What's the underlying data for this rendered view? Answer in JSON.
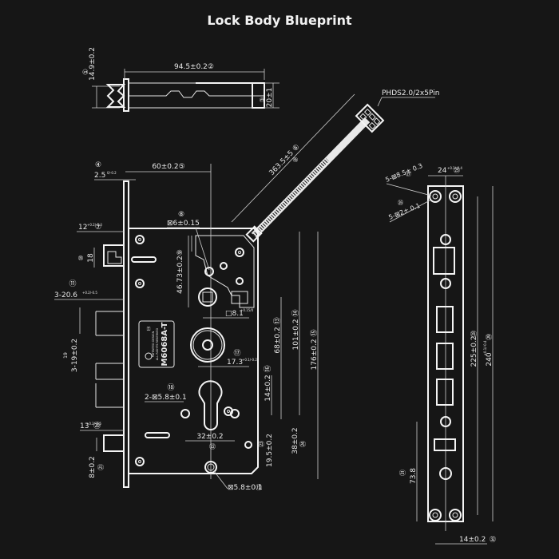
{
  "title": "Lock Body Blueprint",
  "top_view": {
    "dims": {
      "height": "14.9±0.2",
      "height_ref": "①",
      "length": "94.5±0.2②",
      "width": "20±1",
      "width_ref": "③"
    }
  },
  "cable": {
    "length": "363.5±5 ⑥",
    "ref": "⑨",
    "connector": "PHDS2.0/2x5Pin"
  },
  "body_view": {
    "dims": {
      "faceplate_thickness_ref": "④",
      "faceplate_thickness": "2.5",
      "faceplate_thickness_tol": "0/-0.2",
      "backset": "60±0.2⑤",
      "square_ref": "⑧",
      "square": "⊠6±0.15",
      "latch_offset": "12",
      "latch_offset_tol": "+0.2/-0.3",
      "latch_offset_ref": "⑦",
      "latch_height_ref": "⑩",
      "latch_height": "18",
      "center_height": "46.73±0.2⑨",
      "bolt_ref": "⑪",
      "bolt_throw": "3-20.6",
      "bolt_throw_tol": "+0.2/-0.5",
      "bolt_spacing_top": "19",
      "bolt_spacing": "3-19±0.2",
      "spindle": "□8.1",
      "spindle_tol": "+0.15/0",
      "follower_ref": "⑰",
      "follower": "17.3",
      "follower_tol": "+0.1/-0.2",
      "dist_68": "68±0.2 ⑬",
      "dist_101": "101±0.2 ⑭",
      "dist_176": "176±0.2 ⑮",
      "dist_14": "14±0.2 ⑯",
      "hole_ref": "⑱",
      "holes": "2-⊠5.8±0.1",
      "cylinder_spacing": "32±0.2",
      "cylinder_ref": "㉒",
      "dist_19_5": "19.5±0.2",
      "dist_19_5_ref": "㉓",
      "dist_38": "38±0.2",
      "dist_38_ref": "㉔",
      "deadlatch": "13",
      "deadlatch_tol": "+0.2/-0.5",
      "deadlatch_ref": "⑳",
      "deadlatch_h": "8±0.2",
      "deadlatch_h_ref": "㉑",
      "bottom_hole": "⊠5.8±0.1",
      "bottom_hole_ref": "⑲"
    },
    "label": {
      "model": "M6068A-T",
      "line1": "PATENTED DESIGN",
      "line2": "ALL RIGHTS RESERVED"
    }
  },
  "faceplate_view": {
    "dims": {
      "width": "24",
      "width_tol": "+0.1/-0.4",
      "width_ref": "㉕",
      "hole_a": "5-⊠8.5± 0.3",
      "hole_a_ref": "㉗",
      "hole_b": "5-⊠2± 0.1",
      "hole_b_ref": "㉖",
      "length_225": "225±0.2",
      "length_225_ref": "㉘",
      "length_240": "240",
      "length_240_tol": "+0.1/-0.4",
      "length_240_ref": "㉙",
      "dist_73_8": "73.8",
      "dist_73_8_ref": "㉛",
      "hole_spacing": "14±0.2",
      "hole_spacing_ref": "㉜"
    }
  }
}
